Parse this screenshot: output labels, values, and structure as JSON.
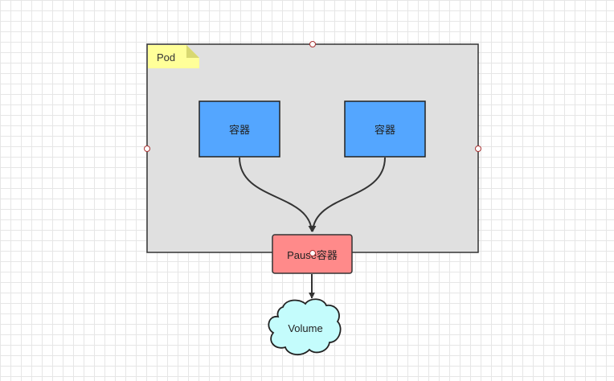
{
  "diagram": {
    "pod": {
      "label": "Pod"
    },
    "containers": [
      {
        "label": "容器"
      },
      {
        "label": "容器"
      }
    ],
    "pause": {
      "label": "Pause容器"
    },
    "volume": {
      "label": "Volume"
    }
  },
  "colors": {
    "pod_fill": "#e0e0e0",
    "pod_note": "#ffff99",
    "container_fill": "#54a6ff",
    "pause_fill": "#ff8a8a",
    "volume_fill": "#c4fcfc",
    "line": "#333333"
  }
}
